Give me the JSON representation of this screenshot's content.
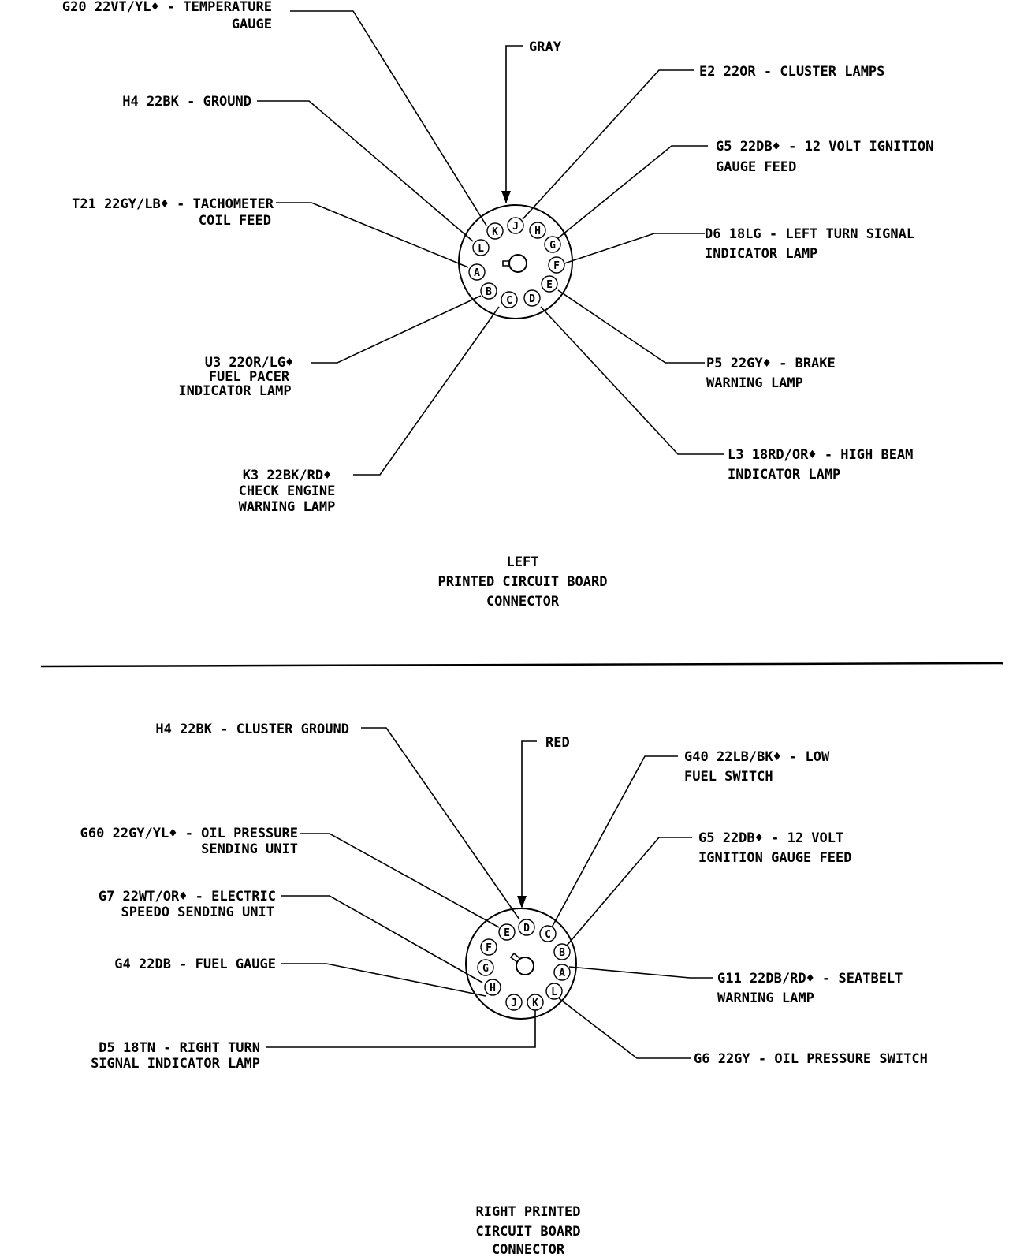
{
  "left_connector": {
    "caption": [
      "LEFT",
      "PRINTED CIRCUIT BOARD",
      "CONNECTOR"
    ],
    "key_color": "GRAY",
    "pins": [
      "K",
      "J",
      "H",
      "L",
      "G",
      "F",
      "A",
      "E",
      "B",
      "C",
      "D"
    ],
    "wires": [
      {
        "lines": [
          "G20 22VT/YL♦ - TEMPERATURE",
          "GAUGE"
        ]
      },
      {
        "lines": [
          "H4 22BK - GROUND"
        ]
      },
      {
        "lines": [
          "T21 22GY/LB♦ - TACHOMETER",
          "COIL FEED"
        ]
      },
      {
        "lines": [
          "U3 22OR/LG♦",
          "FUEL PACER",
          "INDICATOR LAMP"
        ]
      },
      {
        "lines": [
          "K3 22BK/RD♦",
          "CHECK ENGINE",
          "WARNING LAMP"
        ]
      },
      {
        "lines": [
          "E2 22OR - CLUSTER LAMPS"
        ]
      },
      {
        "lines": [
          "G5 22DB♦ - 12 VOLT IGNITION",
          "GAUGE FEED"
        ]
      },
      {
        "lines": [
          "D6 18LG - LEFT TURN SIGNAL",
          "INDICATOR LAMP"
        ]
      },
      {
        "lines": [
          "P5 22GY♦ - BRAKE",
          "WARNING LAMP"
        ]
      },
      {
        "lines": [
          "L3 18RD/OR♦ - HIGH BEAM",
          "INDICATOR LAMP"
        ]
      }
    ]
  },
  "right_connector": {
    "caption": [
      "RIGHT PRINTED",
      "CIRCUIT BOARD",
      "CONNECTOR"
    ],
    "key_color": "RED",
    "pins": [
      "E",
      "D",
      "C",
      "B",
      "F",
      "G",
      "A",
      "H",
      "L",
      "J",
      "K"
    ],
    "wires": [
      {
        "lines": [
          "H4 22BK - CLUSTER GROUND"
        ]
      },
      {
        "lines": [
          "G60 22GY/YL♦ - OIL PRESSURE",
          "SENDING UNIT"
        ]
      },
      {
        "lines": [
          "G7 22WT/OR♦ - ELECTRIC",
          "SPEEDO SENDING UNIT"
        ]
      },
      {
        "lines": [
          "G4 22DB - FUEL GAUGE"
        ]
      },
      {
        "lines": [
          "D5 18TN - RIGHT TURN",
          "SIGNAL INDICATOR LAMP"
        ]
      },
      {
        "lines": [
          "G40 22LB/BK♦ - LOW",
          "FUEL SWITCH"
        ]
      },
      {
        "lines": [
          "G5 22DB♦ - 12 VOLT",
          "IGNITION GAUGE FEED"
        ]
      },
      {
        "lines": [
          "G11 22DB/RD♦ - SEATBELT",
          "WARNING LAMP"
        ]
      },
      {
        "lines": [
          "G6 22GY - OIL PRESSURE SWITCH"
        ]
      }
    ]
  }
}
